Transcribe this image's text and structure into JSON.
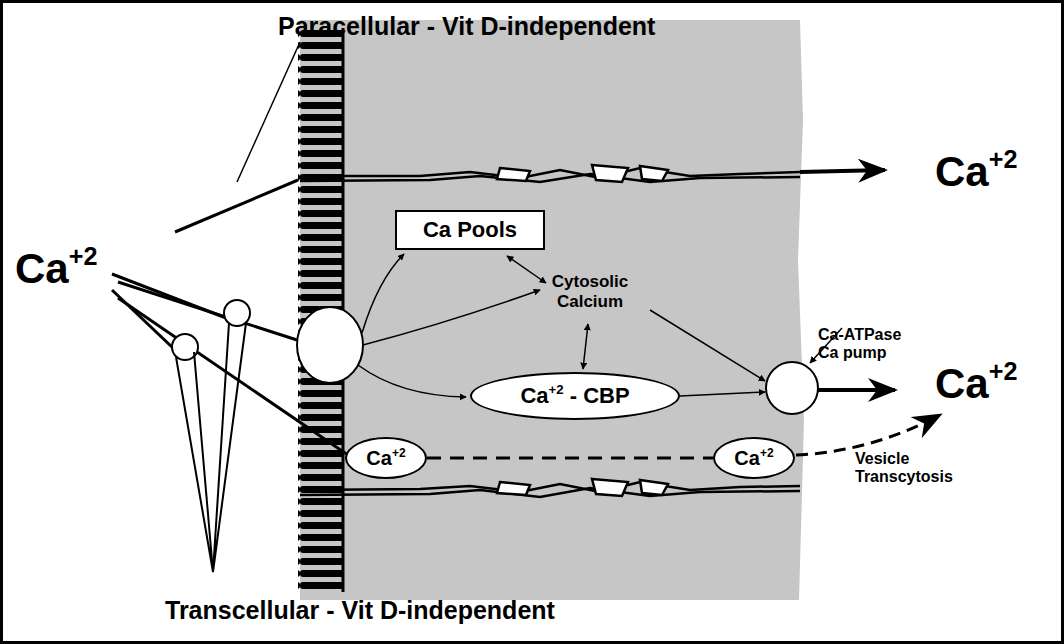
{
  "diagram": {
    "nodes": [
      {
        "text": [
          "Ca Pools"
        ]
      },
      {
        "text": [
          "Ca+2 - CBP"
        ]
      },
      {
        "text": [
          "Ca+2"
        ]
      },
      {
        "text": [
          "Ca+2"
        ]
      }
    ],
    "edges": [
      {
        "from": 2,
        "to": 3,
        "arrow": "none"
      }
    ],
    "labels": [
      "Paracellular - Vit D-independent",
      "Ca+2",
      "Ca+2",
      "Cytosolic Calcium",
      "Ca-ATPase Ca pump",
      "Ca+2",
      "Vesicle Transcytosis",
      "Transcellular - Vit D-independent"
    ]
  }
}
